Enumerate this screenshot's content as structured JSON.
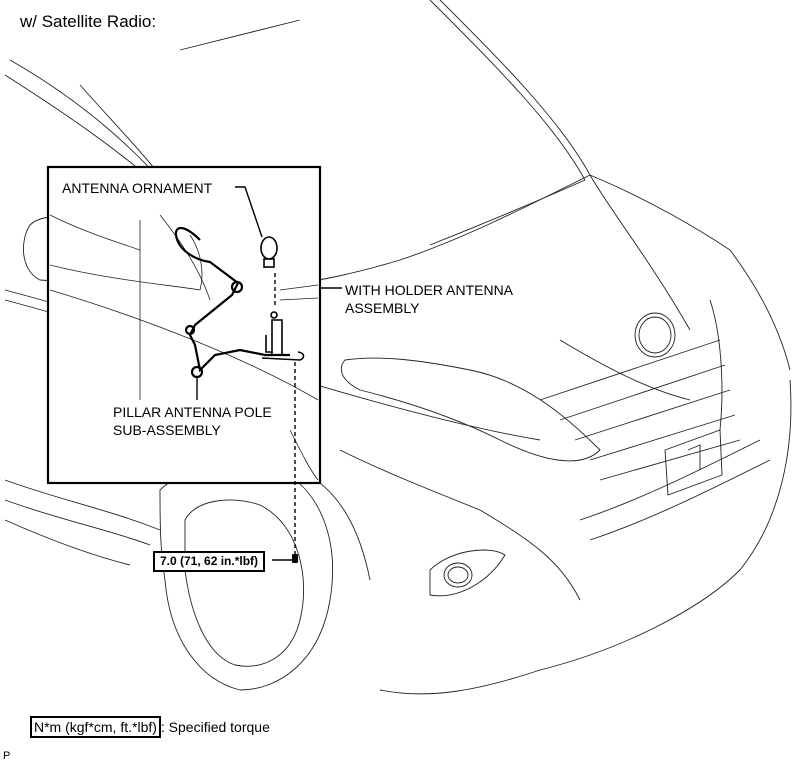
{
  "heading": "w/ Satellite Radio:",
  "callouts": {
    "antenna_ornament": "ANTENNA ORNAMENT",
    "with_holder_antenna_assembly": [
      "WITH HOLDER ANTENNA",
      "ASSEMBLY"
    ],
    "pillar_antenna_pole_sub_assembly": [
      "PILLAR ANTENNA POLE",
      "SUB-ASSEMBLY"
    ]
  },
  "torque": {
    "value": "7.0 (71, 62 in.*lbf)"
  },
  "legend": {
    "unit_label": "N*m (kgf*cm, ft.*lbf)",
    "description": ": Specified torque"
  },
  "corner_mark": "P",
  "colors": {
    "line": "#000000",
    "background": "#ffffff"
  }
}
